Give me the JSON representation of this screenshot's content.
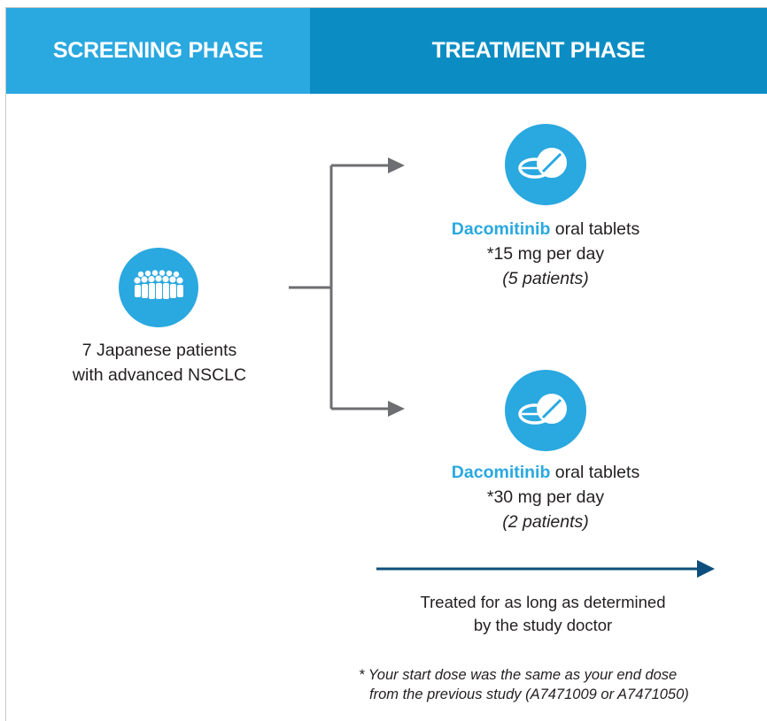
{
  "header": {
    "screening": "SCREENING PHASE",
    "treatment": "TREATMENT PHASE"
  },
  "screening": {
    "icon": "patients-group-icon",
    "line1": "7 Japanese patients",
    "line2": "with advanced NSCLC"
  },
  "arms": [
    {
      "icon": "tablets-icon",
      "drug": "Dacomitinib",
      "form": " oral tablets",
      "dose": "*15 mg per day",
      "patients": "(5 patients)"
    },
    {
      "icon": "tablets-icon",
      "drug": "Dacomitinib",
      "form": " oral tablets",
      "dose": "*30 mg per day",
      "patients": "(2 patients)"
    }
  ],
  "duration": {
    "line1": "Treated for as long as determined",
    "line2": "by the study doctor"
  },
  "footnote": {
    "line1": "* Your start dose was the same as your end dose",
    "line2": "from the previous study (A7471009 or A7471050)"
  },
  "colors": {
    "screening_header": "#2aa8e0",
    "treatment_header": "#0b8dc4",
    "drug_text": "#2aa8e0",
    "connector": "#6d6e71",
    "duration_arrow": "#0d4f7c"
  }
}
